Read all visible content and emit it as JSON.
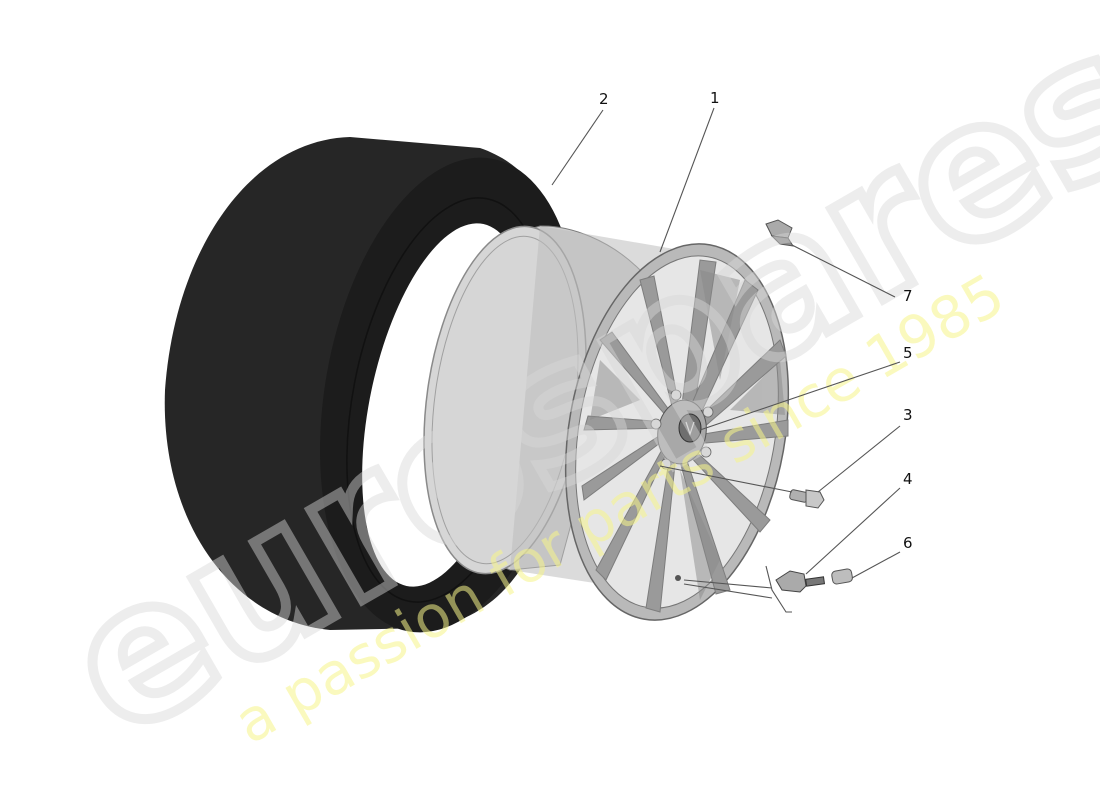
{
  "diagram": {
    "type": "exploded-parts-diagram",
    "subject": "wheel assembly",
    "colors": {
      "tire": "#222222",
      "tire_shade": "#181818",
      "rim": "#c9c9c9",
      "rim_dark": "#8e8e8e",
      "leader": "#555555",
      "label": "#111111",
      "watermark_logo": "#d8d8d8",
      "watermark_text": "#f7f58a"
    },
    "callouts": [
      {
        "number": "1",
        "part": "wheel rim"
      },
      {
        "number": "2",
        "part": "tyre"
      },
      {
        "number": "3",
        "part": "wheel bolt"
      },
      {
        "number": "4",
        "part": "TPMS valve sensor"
      },
      {
        "number": "5",
        "part": "center cap emblem"
      },
      {
        "number": "6",
        "part": "valve cap"
      },
      {
        "number": "7",
        "part": "balance weight"
      }
    ]
  },
  "watermark": {
    "logo": "eurospares",
    "tagline": "a passion for parts since 1985"
  }
}
